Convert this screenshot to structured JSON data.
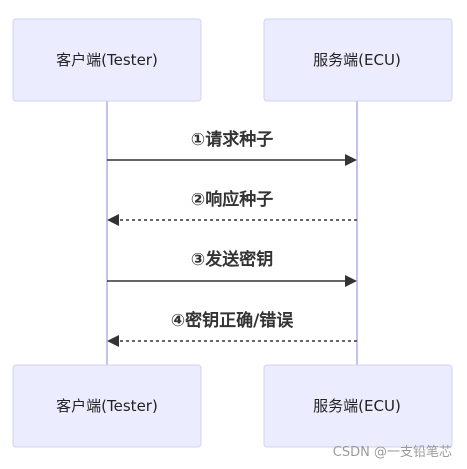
{
  "participants": [
    {
      "id": "tester",
      "label": "客户端(Tester)"
    },
    {
      "id": "ecu",
      "label": "服务端(ECU)"
    }
  ],
  "messages": [
    {
      "label": "①请求种子",
      "from": "tester",
      "to": "ecu",
      "style": "solid"
    },
    {
      "label": "②响应种子",
      "from": "ecu",
      "to": "tester",
      "style": "dashed"
    },
    {
      "label": "③发送密钥",
      "from": "tester",
      "to": "ecu",
      "style": "solid"
    },
    {
      "label": "④密钥正确/错误",
      "from": "ecu",
      "to": "tester",
      "style": "dashed"
    }
  ],
  "watermark": "CSDN @一支铅笔芯",
  "colors": {
    "actor_fill": "#ececff",
    "actor_stroke": "#d1d1f2",
    "lifeline": "#c4c4ea",
    "message": "#333333"
  }
}
